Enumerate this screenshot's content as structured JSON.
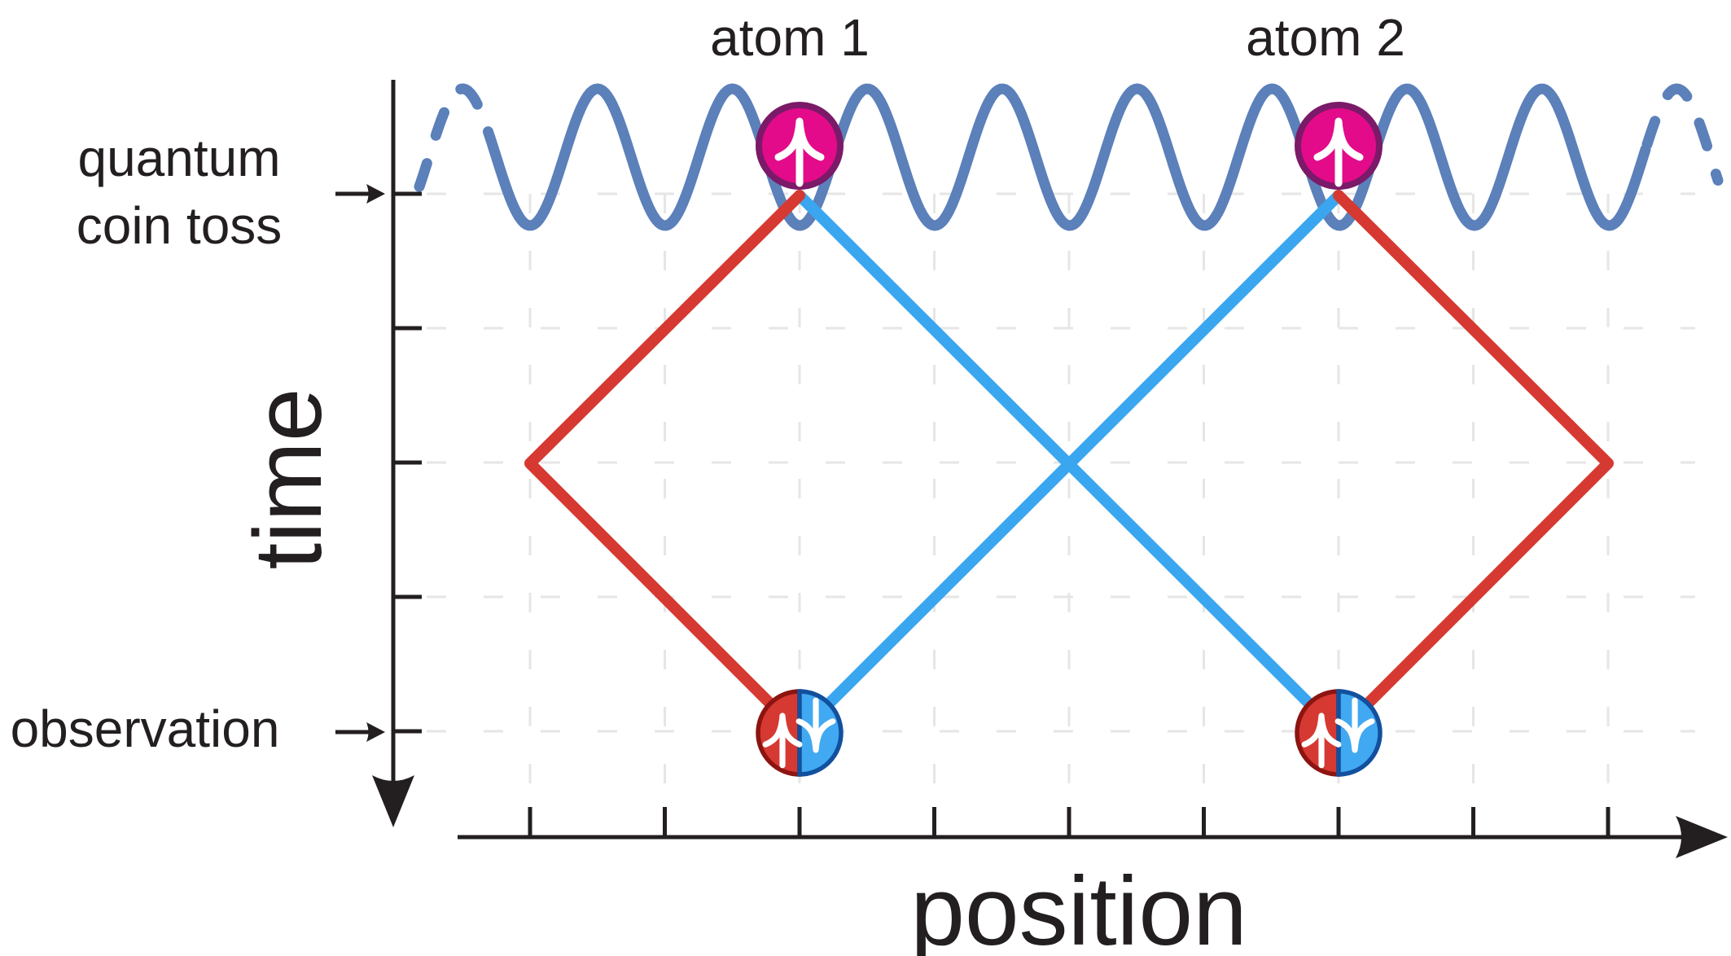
{
  "diagram": {
    "top_labels": {
      "atom1": "atom 1",
      "atom2": "atom 2"
    },
    "row_labels": {
      "quantum_coin_toss": [
        "quantum",
        "coin toss"
      ],
      "observation": "observation"
    },
    "axes": {
      "time": {
        "label": "time",
        "direction": "down"
      },
      "position": {
        "label": "position",
        "direction": "right"
      }
    },
    "glyphs": {
      "spin_up": "↑",
      "spin_down": "↓"
    },
    "semantics": {
      "lattice_wave": "optical-lattice-potential",
      "initial_state": "spin-up",
      "final_state": "superposition spin-up + spin-down",
      "red_path": "spin-up trajectory",
      "blue_path": "spin-down trajectory"
    },
    "colors": {
      "background": "#ffffff",
      "ink": "#231f20",
      "grid": "#e6e6e6",
      "lattice_wave": "#5b80ba",
      "path_red": "#d63931",
      "path_blue": "#3aa6f0",
      "atom_fill": "#e30b8a",
      "atom_stroke": "#7b1a68",
      "obs_red_fill": "#d63931",
      "obs_red_stroke": "#8c1411",
      "obs_blue_fill": "#41a9f1",
      "obs_blue_stroke": "#12509e",
      "spin_arrow": "#ffffff"
    }
  }
}
